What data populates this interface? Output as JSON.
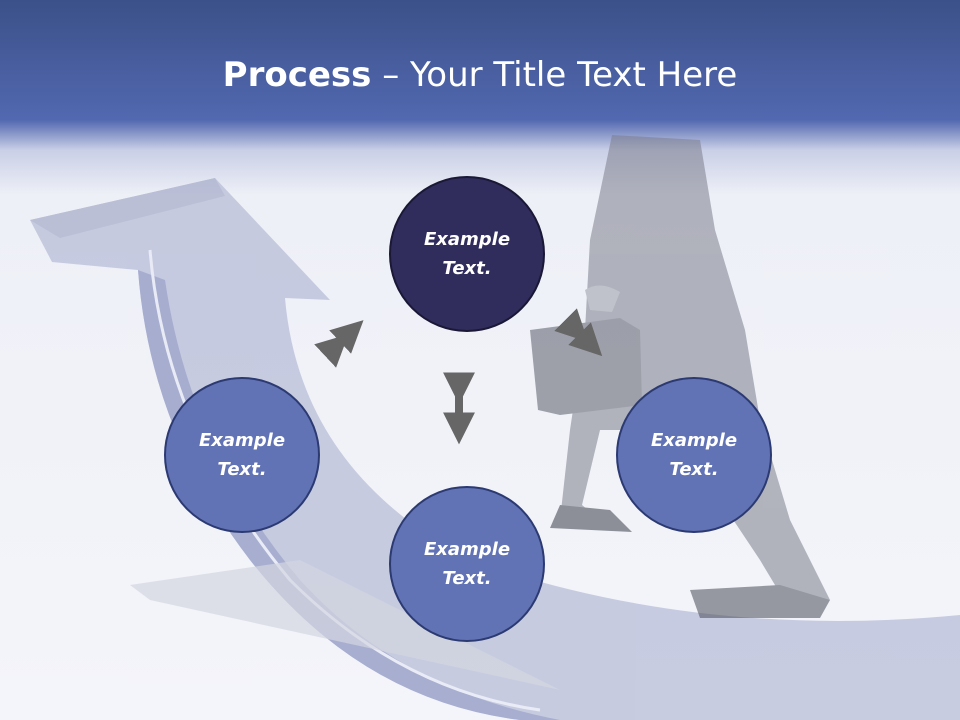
{
  "title": {
    "bold": "Process",
    "separator": "–",
    "rest": "Your Title Text Here"
  },
  "nodes": {
    "top": {
      "line1": "Example",
      "line2": "Text."
    },
    "left": {
      "line1": "Example",
      "line2": "Text."
    },
    "right": {
      "line1": "Example",
      "line2": "Text."
    },
    "bottom": {
      "line1": "Example",
      "line2": "Text."
    }
  },
  "colors": {
    "header": "#4a5fa6",
    "node_fill": "#6172b5",
    "node_center_fill": "#302c5c",
    "arrow": "#666666"
  }
}
